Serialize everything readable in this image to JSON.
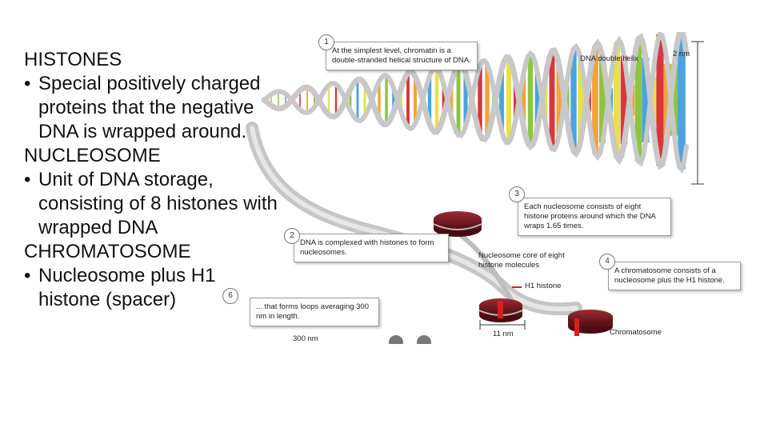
{
  "text": {
    "histones_heading": "HISTONES",
    "histones_bullet": "Special positively charged proteins that the negative DNA is wrapped around.",
    "nucleosome_heading": "NUCLEOSOME",
    "nucleosome_bullet": "Unit of DNA storage, consisting of 8 histones with wrapped DNA",
    "chromatosome_heading": "CHROMATOSOME",
    "chromatosome_bullet": "Nucleosome plus H1 histone (spacer)",
    "bullet_glyph": "•"
  },
  "figure": {
    "callouts": [
      {
        "num": "1",
        "text": "At the simplest level, chromatin is a double-stranded helical structure of DNA."
      },
      {
        "num": "2",
        "text": "DNA is complexed with histones to form nucleosomes."
      },
      {
        "num": "3",
        "text": "Each nucleosome consists of eight histone proteins around which the DNA wraps 1.65 times."
      },
      {
        "num": "4",
        "text": "A chromatosome consists of a nucleosome plus the H1 histone."
      },
      {
        "num": "6",
        "text": "... that forms loops averaging 300 nm in length."
      }
    ],
    "labels": {
      "dna_helix": "DNA double helix",
      "width_2nm": "2 nm",
      "nucleosome_core": "Nucleosome core of eight histone molecules",
      "h1": "H1 histone",
      "width_11nm": "11 nm",
      "chromatosome": "Chromatosome",
      "width_300nm": "300 nm"
    },
    "colors": {
      "strand": "#c8c8c8",
      "histone": "#7a1a22",
      "h1": "#d42020",
      "rungs": [
        "#d9363e",
        "#f2a33a",
        "#8cc63f",
        "#4aa3df",
        "#e8e14a"
      ]
    }
  }
}
